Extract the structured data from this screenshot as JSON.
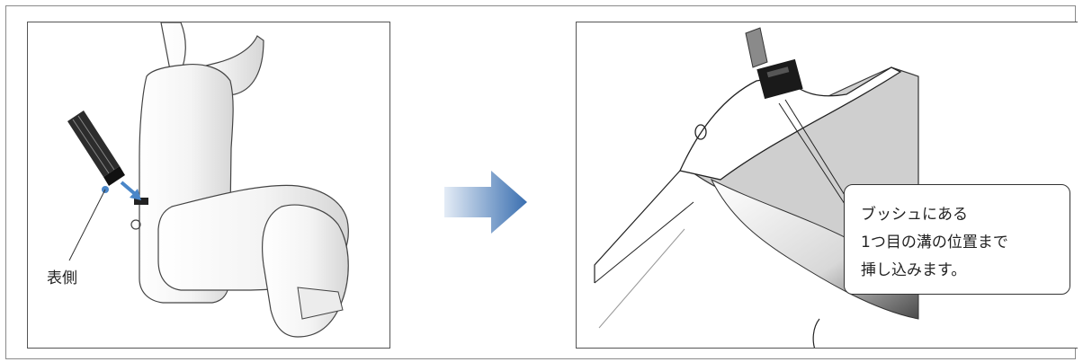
{
  "left_panel": {
    "label_front": "表側"
  },
  "right_panel": {
    "callout_lines": [
      "ブッシュにある",
      "1つ目の溝の位置まで",
      "挿し込みます。"
    ]
  },
  "colors": {
    "arrow_light": "#dfe9f5",
    "arrow_dark": "#3a6fb0",
    "outline": "#333333"
  }
}
